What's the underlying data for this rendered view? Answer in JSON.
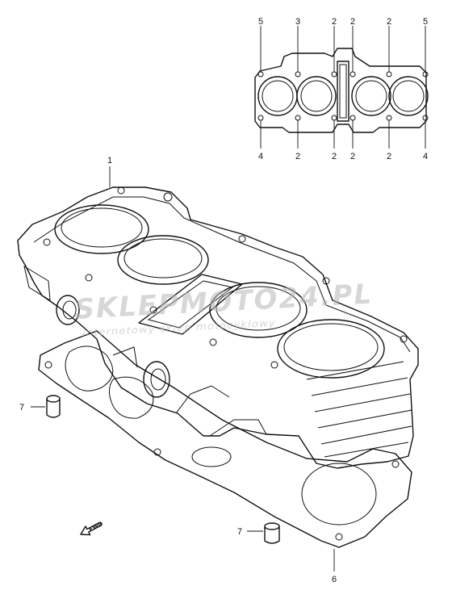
{
  "callouts": {
    "top_5_left": "5",
    "top_3": "3",
    "top_2_a": "2",
    "top_2_b": "2",
    "top_2_c": "2",
    "top_5_right": "5",
    "bot_4_left": "4",
    "bot_2_a": "2",
    "bot_2_b": "2",
    "bot_2_c": "2",
    "bot_2_d": "2",
    "bot_4_right": "4",
    "cylinder": "1",
    "gasket": "6",
    "dowel_left": "7",
    "dowel_right": "7"
  },
  "watermark": {
    "brand": "SKLEPMOTO24.PL",
    "tagline": "internetowy sklep motocyklowy",
    "color_gray": "#b8b8b8",
    "color_red": "#e0a0a0"
  },
  "fwd_label": "FWD",
  "icons": {
    "direction": "fwd-arrow-icon"
  }
}
